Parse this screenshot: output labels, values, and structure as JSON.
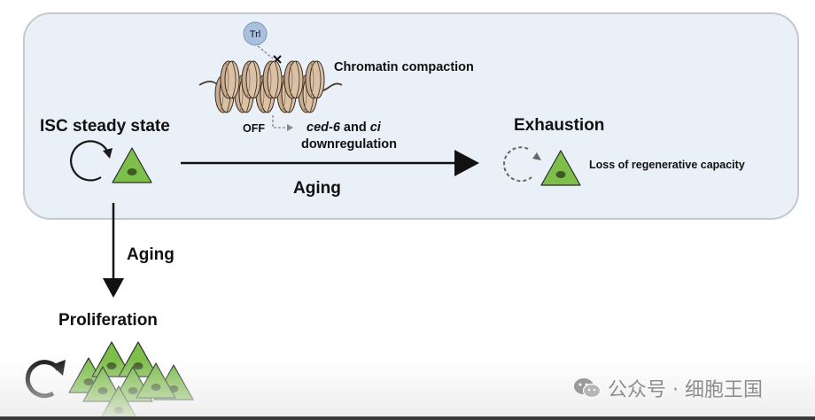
{
  "diagram": {
    "trl": "Trl",
    "chromatin_compaction": "Chromatin compaction",
    "off": "OFF",
    "ced6": "ced-6",
    "and": " and ",
    "ci": "ci",
    "downregulation": "downregulation",
    "isc_steady_state": "ISC steady state",
    "aging_horizontal": "Aging",
    "aging_vertical": "Aging",
    "exhaustion": "Exhaustion",
    "loss_of_regenerative_capacity": "Loss of regenerative capacity",
    "proliferation": "Proliferation"
  },
  "watermark": {
    "text": "公众号 · 细胞王国",
    "logo": "wechat-logo"
  },
  "colors": {
    "panel_fill": "#eaf0f7",
    "panel_stroke": "#c4c8cc",
    "cell_green": "#7dbf4a",
    "nucleus": "#3e5a22",
    "nucleosome": "#c8ad90",
    "trl_bubble": "#a9c1de"
  }
}
